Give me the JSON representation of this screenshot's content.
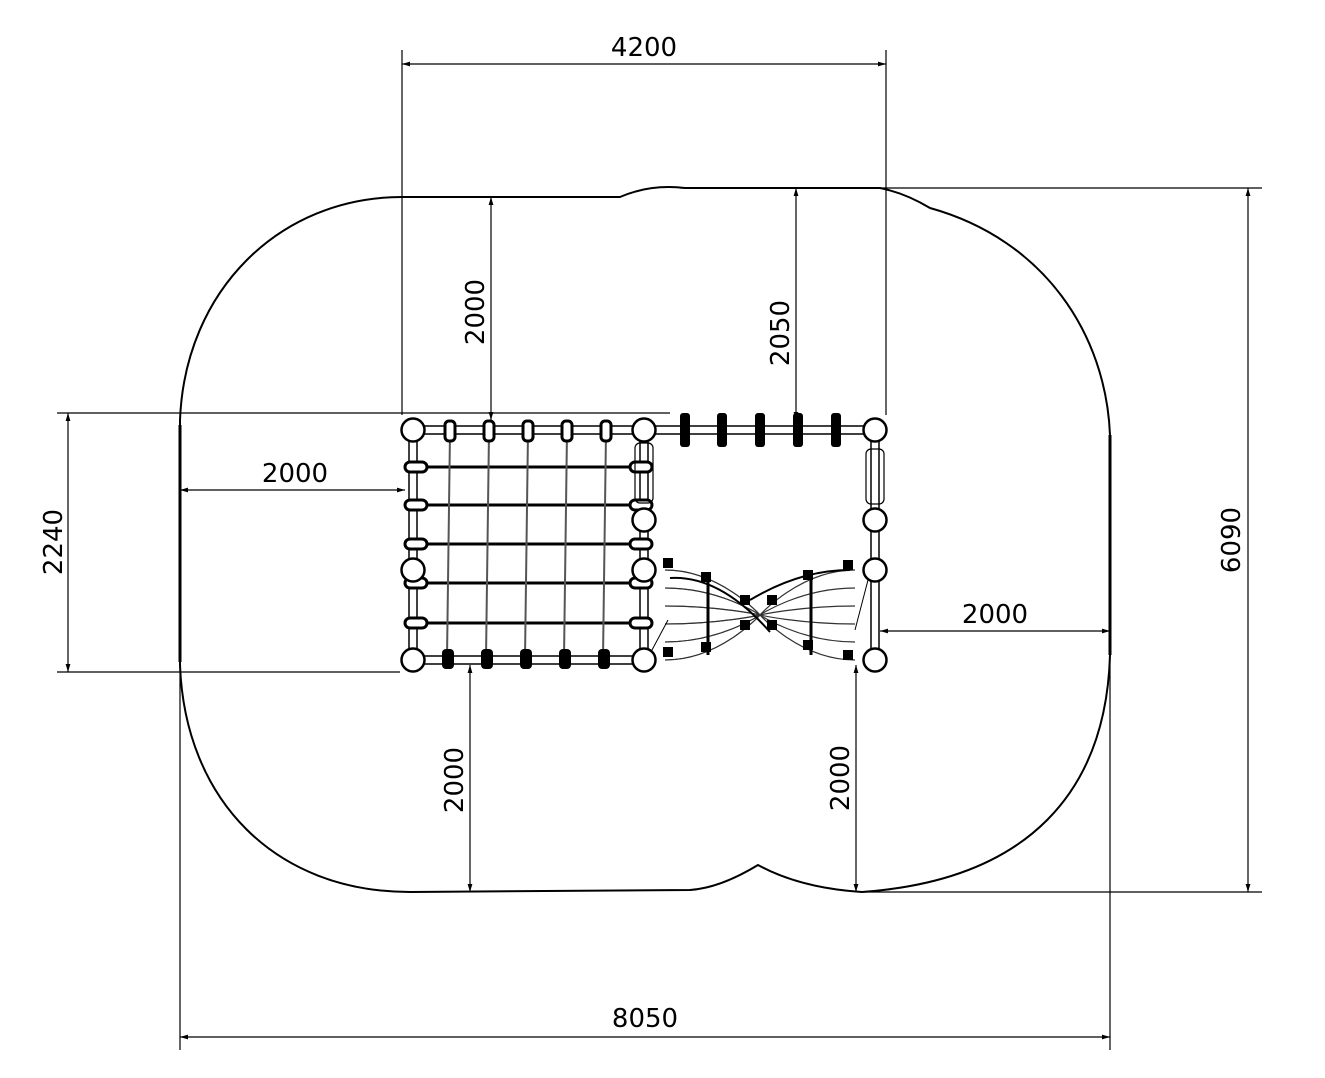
{
  "drawing": {
    "title": "Playground equipment plan view with safety zone",
    "units": "mm",
    "dimensions": {
      "top_width": "4200",
      "overall_height": "6090",
      "overall_width": "8050",
      "structure_depth": "2240",
      "left_clearance": "2000",
      "top_clearance_left": "2000",
      "top_clearance_right": "2050",
      "right_clearance": "2000",
      "bottom_clearance_left": "2000",
      "bottom_clearance_right": "2000"
    },
    "colors": {
      "line": "#000000",
      "background": "#ffffff"
    }
  }
}
